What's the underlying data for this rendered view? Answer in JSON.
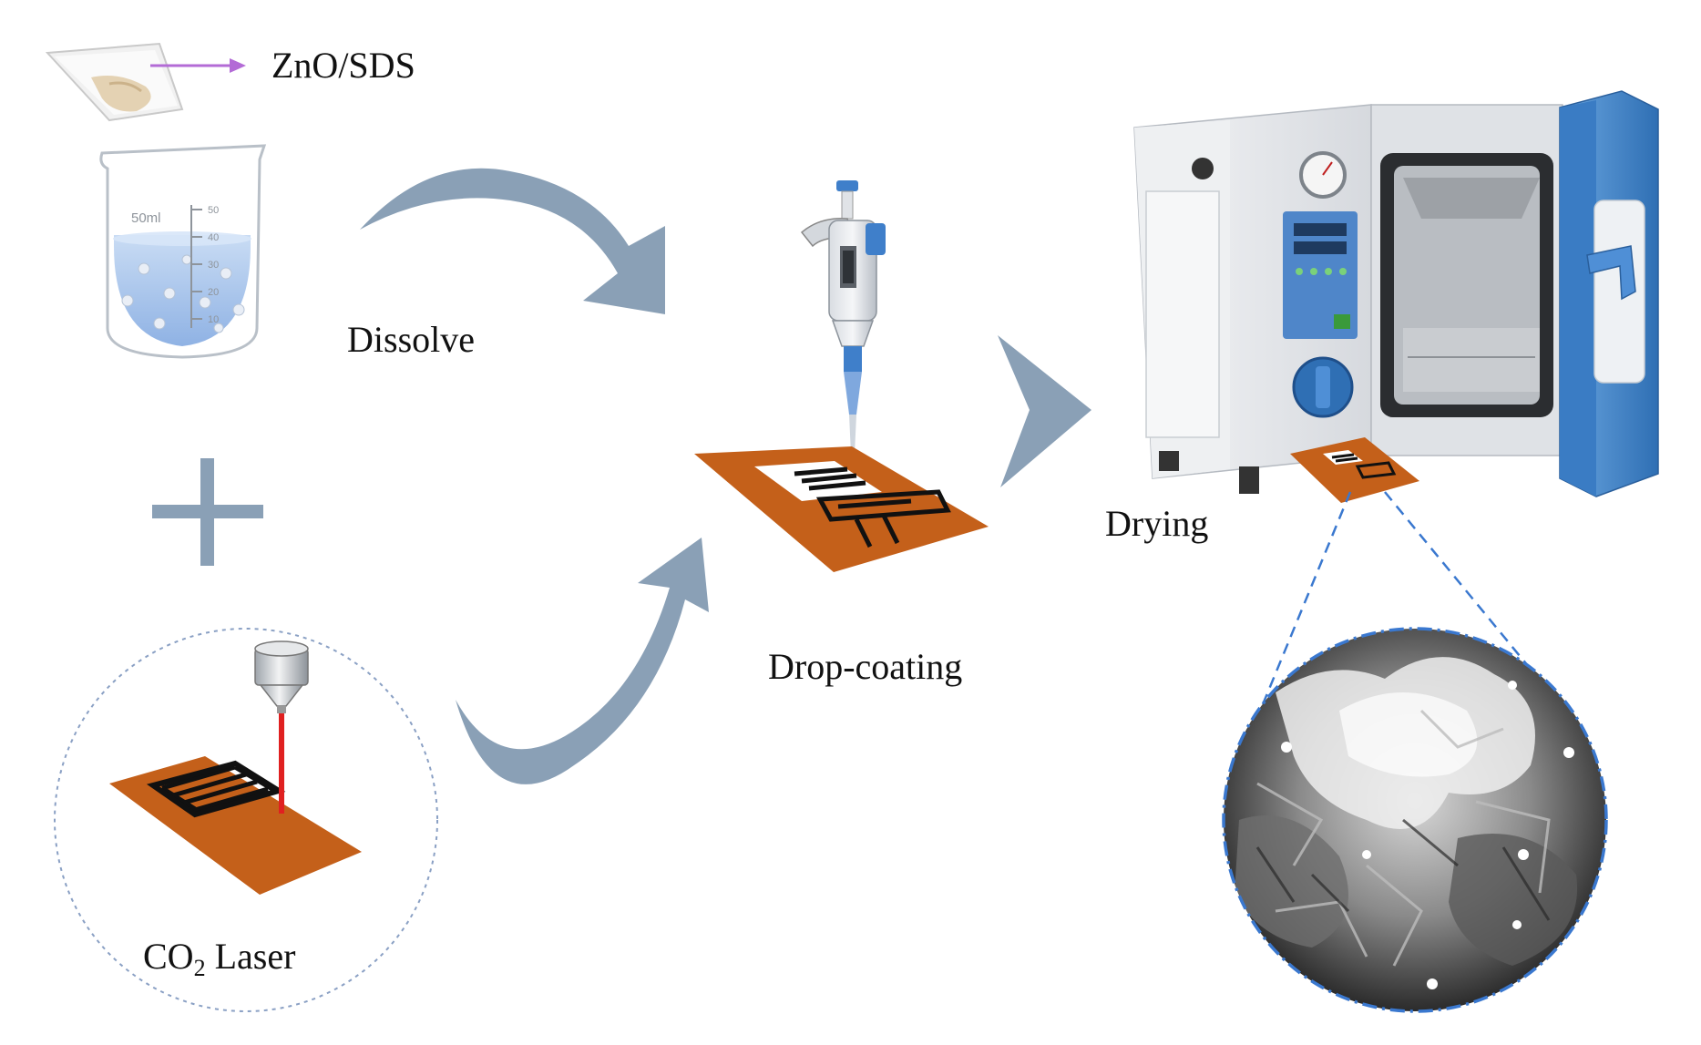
{
  "labels": {
    "zno_sds": "ZnO/SDS",
    "dissolve": "Dissolve",
    "drop_coating": "Drop-coating",
    "drying": "Drying",
    "co2_laser_prefix": "CO",
    "co2_laser_sub": "2",
    "co2_laser_suffix": " Laser",
    "beaker_volume": "50ml",
    "beaker_ticks": [
      "50",
      "40",
      "30",
      "20",
      "10"
    ]
  },
  "colors": {
    "arrow": "#8aa0b6",
    "substrate": "#c4601a",
    "laser": "#e02020",
    "water": "#a9c6ec",
    "oven_body": "#e9ebee",
    "oven_door": "#4b8fd0",
    "pipette_blue": "#3f7fca",
    "callout": "#3a78cf",
    "zno_arrow": "#b36bd6"
  },
  "icons": [
    "powder-paper-icon",
    "beaker-icon",
    "pipette-icon",
    "oven-icon",
    "laser-head-icon",
    "sem-micrograph-icon"
  ]
}
